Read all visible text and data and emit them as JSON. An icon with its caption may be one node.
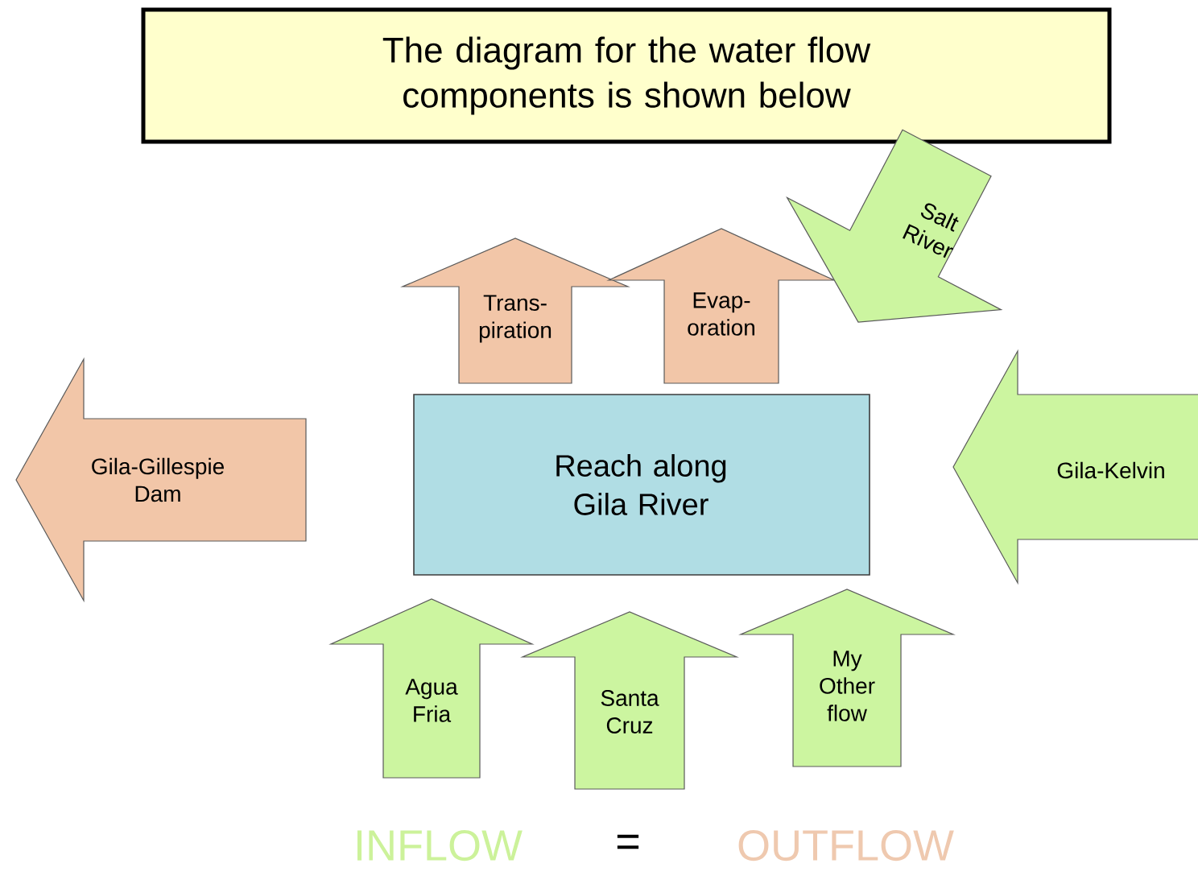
{
  "diagram": {
    "title": "The diagram for the water flow components is shown below",
    "nodes": [
      {
        "text": [
          "Trans- piration"
        ]
      },
      {
        "text": [
          "Evap- oration"
        ]
      },
      {
        "text": [
          "Salt River"
        ]
      },
      {
        "text": [
          "Gila-Gillespie Dam"
        ]
      },
      {
        "text": [
          "Reach along Gila River"
        ]
      },
      {
        "text": [
          "Gila-Kelvin"
        ]
      },
      {
        "text": [
          "Agua Fria"
        ]
      },
      {
        "text": [
          "Santa Cruz"
        ]
      },
      {
        "text": [
          "My Other flow"
        ]
      }
    ],
    "labels": [
      "INFLOW",
      "=",
      "OUTFLOW"
    ]
  }
}
